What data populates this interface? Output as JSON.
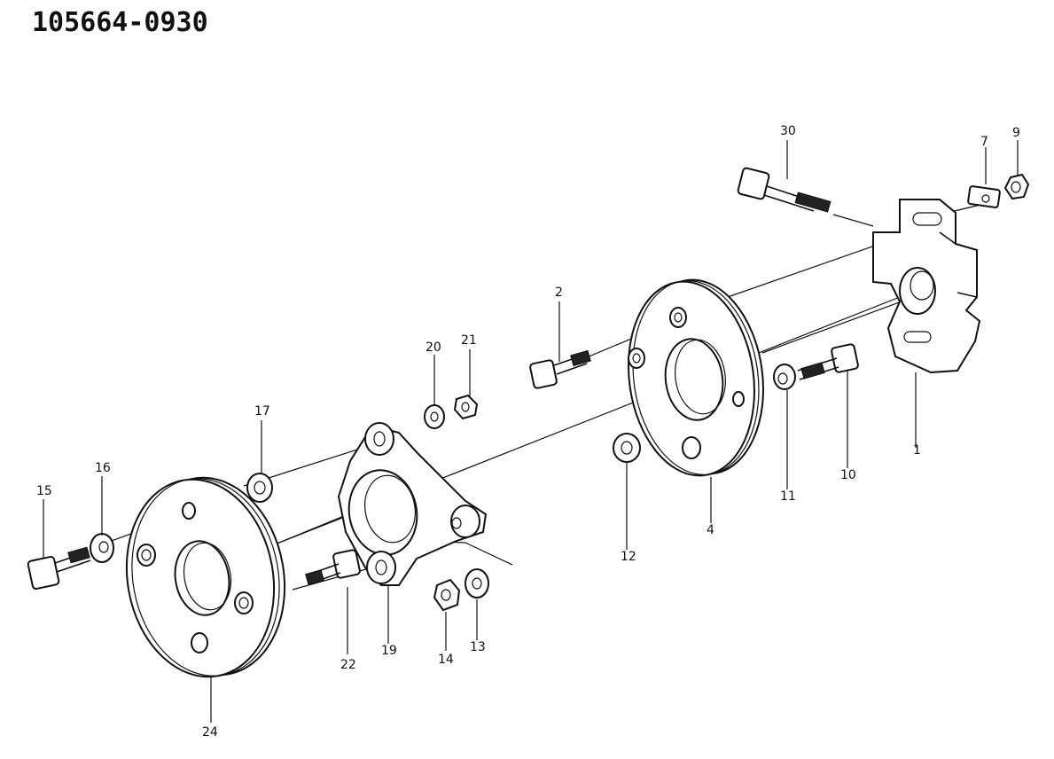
{
  "title": "105664-0930",
  "callouts": [
    "30",
    "7",
    "9",
    "2",
    "21",
    "20",
    "17",
    "16",
    "15",
    "22",
    "19",
    "14",
    "13",
    "12",
    "4",
    "11",
    "10",
    "1",
    "24"
  ]
}
